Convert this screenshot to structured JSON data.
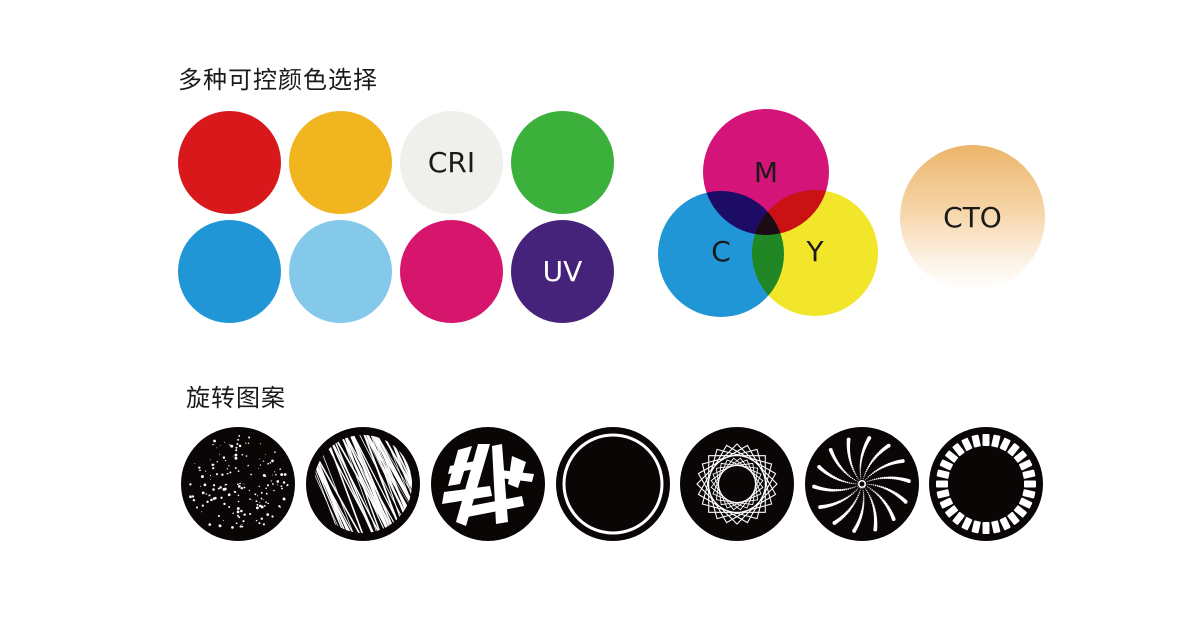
{
  "sections": {
    "colors_title": "多种可控颜色选择",
    "gobos_title": "旋转图案"
  },
  "swatches": [
    {
      "name": "red",
      "color": "#d9181b",
      "label": ""
    },
    {
      "name": "amber",
      "color": "#f0b51f",
      "label": ""
    },
    {
      "name": "cri",
      "color": "#efefec",
      "label": "CRI",
      "text_color": "#1a1a1a"
    },
    {
      "name": "green",
      "color": "#3bb03a",
      "label": ""
    },
    {
      "name": "blue",
      "color": "#2196d6",
      "label": ""
    },
    {
      "name": "light-blue",
      "color": "#84c8ea",
      "label": ""
    },
    {
      "name": "magenta",
      "color": "#d6156c",
      "label": ""
    },
    {
      "name": "uv",
      "color": "#46237a",
      "label": "UV",
      "text_color": "#ffffff"
    }
  ],
  "cmy": {
    "m_label": "M",
    "c_label": "C",
    "y_label": "Y",
    "m_color": "#d5147a",
    "c_color": "#2196d6",
    "y_color": "#f2e62a"
  },
  "cto": {
    "label": "CTO"
  },
  "gobos": [
    {
      "name": "gobo-stars"
    },
    {
      "name": "gobo-scratches"
    },
    {
      "name": "gobo-shards"
    },
    {
      "name": "gobo-ring"
    },
    {
      "name": "gobo-star-polygon"
    },
    {
      "name": "gobo-spiral-dots"
    },
    {
      "name": "gobo-dash-ring"
    }
  ]
}
